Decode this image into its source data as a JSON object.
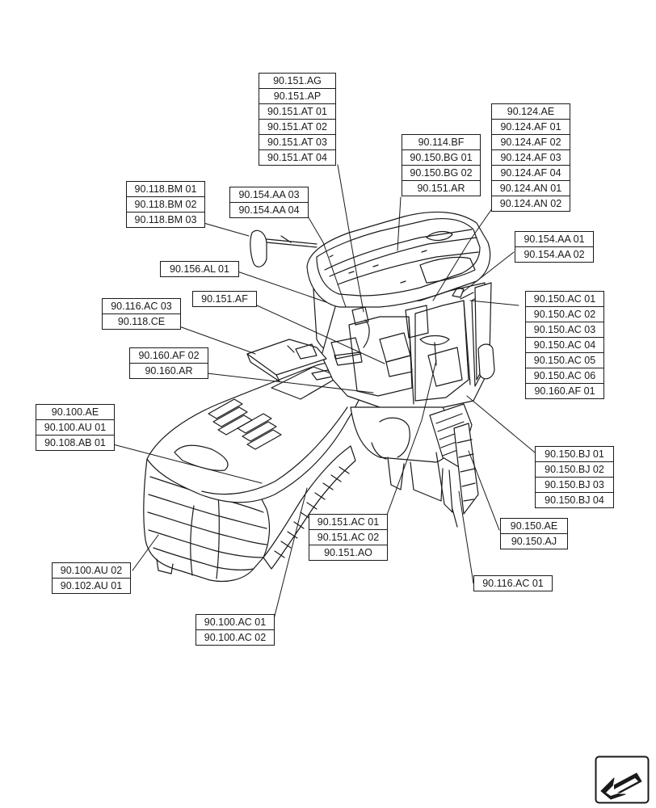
{
  "callouts": {
    "cab_top_center": [
      "90.151.AG",
      "90.151.AP",
      "90.151.AT 01",
      "90.151.AT 02",
      "90.151.AT 03",
      "90.151.AT 04"
    ],
    "roof_panel": [
      "90.114.BF",
      "90.150.BG 01",
      "90.150.BG 02",
      "90.151.AR"
    ],
    "roof_right": [
      "90.124.AE",
      "90.124.AF 01",
      "90.124.AF 02",
      "90.124.AF 03",
      "90.124.AF 04",
      "90.124.AN 01",
      "90.124.AN 02"
    ],
    "mirror_left": [
      "90.118.BM 01",
      "90.118.BM 02",
      "90.118.BM 03"
    ],
    "cab_left_upper": [
      "90.154.AA 03",
      "90.154.AA 04"
    ],
    "cab_right_upper": [
      "90.154.AA 01",
      "90.154.AA 02"
    ],
    "cab_left_post": [
      "90.156.AL 01"
    ],
    "cab_door_left": [
      "90.151.AF"
    ],
    "step_left": [
      "90.116.AC 03",
      "90.118.CE"
    ],
    "hood_center": [
      "90.160.AF 02",
      "90.160.AR"
    ],
    "door_right": [
      "90.150.AC 01",
      "90.150.AC 02",
      "90.150.AC 03",
      "90.150.AC 04",
      "90.150.AC 05",
      "90.150.AC 06",
      "90.160.AF 01"
    ],
    "hood_front": [
      "90.100.AE",
      "90.100.AU 01",
      "90.108.AB 01"
    ],
    "side_grille": [
      "90.150.BJ 01",
      "90.150.BJ 02",
      "90.150.BJ 03",
      "90.150.BJ 04"
    ],
    "steps_right": [
      "90.150.AE",
      "90.150.AJ"
    ],
    "cab_frame": [
      "90.151.AC 01",
      "90.151.AC 02",
      "90.151.AO"
    ],
    "ladder": [
      "90.116.AC 01"
    ],
    "grille_front": [
      "90.100.AU 02",
      "90.102.AU 01"
    ],
    "hood_side": [
      "90.100.AC 01",
      "90.100.AC 02"
    ]
  },
  "nav_icon": "page-arrow-icon"
}
